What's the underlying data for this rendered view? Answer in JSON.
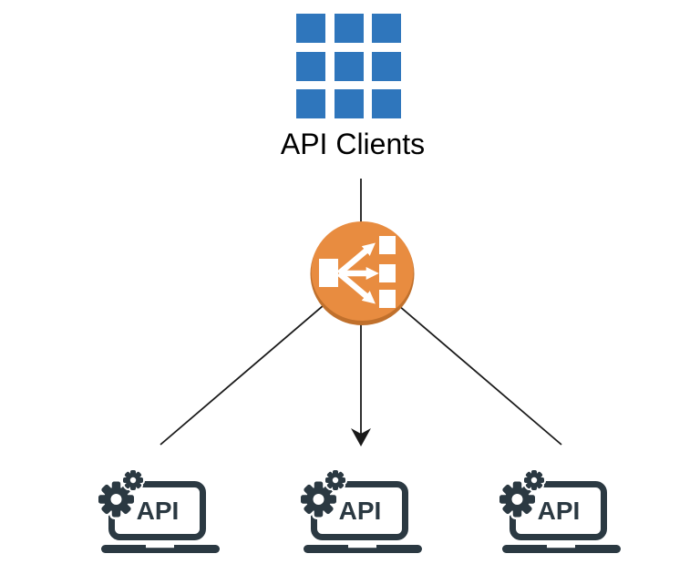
{
  "diagram": {
    "background": "#FFFFFF",
    "line_color": "#1A1A1A",
    "clients": {
      "label": "API Clients",
      "icon": "grid-3x3-icon",
      "icon_color": "#2F76BC",
      "grid": {
        "rows": 3,
        "cols": 3
      }
    },
    "load_balancer": {
      "icon": "elastic-load-balancer-icon",
      "color": "#E88C40",
      "rim_color": "#C0702C",
      "glyph_color": "#FFFFFF",
      "fanout_targets": 3
    },
    "servers": [
      {
        "label": "API",
        "icon": "laptop-gears-icon"
      },
      {
        "label": "API",
        "icon": "laptop-gears-icon"
      },
      {
        "label": "API",
        "icon": "laptop-gears-icon"
      }
    ],
    "server_icon_color": "#2B3942",
    "edges": [
      {
        "from": "api-clients",
        "to": "load-balancer",
        "arrowhead": false
      },
      {
        "from": "load-balancer",
        "to": "server-1",
        "arrowhead": false
      },
      {
        "from": "load-balancer",
        "to": "server-2",
        "arrowhead": true
      },
      {
        "from": "load-balancer",
        "to": "server-3",
        "arrowhead": false
      }
    ]
  }
}
